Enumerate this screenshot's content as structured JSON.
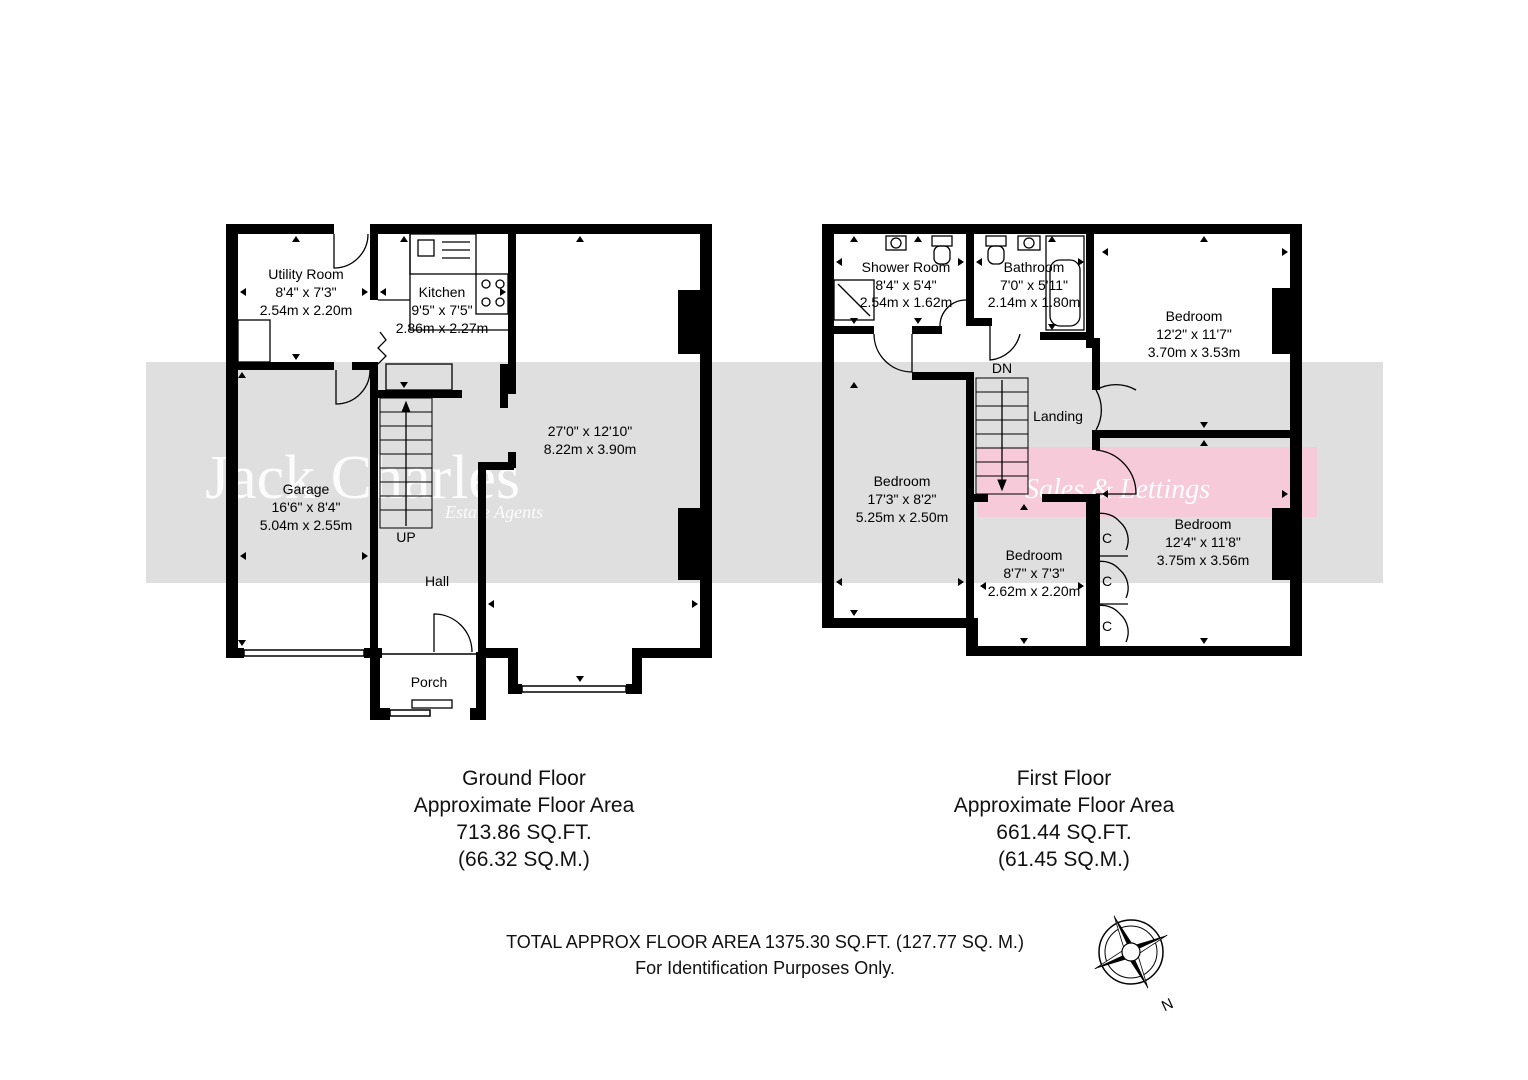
{
  "watermark": {
    "brand": "Jack Charles",
    "brand_sub": "Estate Agents",
    "tagline": "Sales & Lettings"
  },
  "ground_floor": {
    "rooms": {
      "utility": {
        "name": "Utility Room",
        "imperial": "8'4\" x 7'3\"",
        "metric": "2.54m x 2.20m"
      },
      "kitchen": {
        "name": "Kitchen",
        "imperial": "9'5\" x 7'5\"",
        "metric": "2.86m x 2.27m"
      },
      "living": {
        "imperial": "27'0\" x 12'10\"",
        "metric": "8.22m x 3.90m"
      },
      "garage": {
        "name": "Garage",
        "imperial": "16'6\" x 8'4\"",
        "metric": "5.04m x 2.55m"
      },
      "hall": {
        "name": "Hall"
      },
      "porch": {
        "name": "Porch"
      },
      "stairs": {
        "label": "UP"
      }
    },
    "caption": {
      "title": "Ground Floor",
      "subtitle": "Approximate Floor Area",
      "sqft": "713.86 SQ.FT.",
      "sqm": "(66.32 SQ.M.)"
    }
  },
  "first_floor": {
    "rooms": {
      "shower": {
        "name": "Shower Room",
        "imperial": "8'4\" x 5'4\"",
        "metric": "2.54m x 1.62m"
      },
      "bathroom": {
        "name": "Bathroom",
        "imperial": "7'0\" x 5'11\"",
        "metric": "2.14m x 1.80m"
      },
      "bedroom_ne": {
        "name": "Bedroom",
        "imperial": "12'2\" x 11'7\"",
        "metric": "3.70m x 3.53m"
      },
      "bedroom_w": {
        "name": "Bedroom",
        "imperial": "17'3\" x 8'2\"",
        "metric": "5.25m x 2.50m"
      },
      "bedroom_se": {
        "name": "Bedroom",
        "imperial": "12'4\" x 11'8\"",
        "metric": "3.75m x 3.56m"
      },
      "bedroom_s": {
        "name": "Bedroom",
        "imperial": "8'7\" x 7'3\"",
        "metric": "2.62m x 2.20m"
      },
      "landing": {
        "name": "Landing"
      },
      "stairs": {
        "label": "DN"
      },
      "cupboard": {
        "label": "C"
      }
    },
    "caption": {
      "title": "First Floor",
      "subtitle": "Approximate Floor Area",
      "sqft": "661.44 SQ.FT.",
      "sqm": "(61.45 SQ.M.)"
    }
  },
  "footer": {
    "total": "TOTAL APPROX FLOOR AREA 1375.30 SQ.FT. (127.77 SQ. M.)",
    "note": "For Identification Purposes Only."
  },
  "compass": {
    "label": "N"
  }
}
